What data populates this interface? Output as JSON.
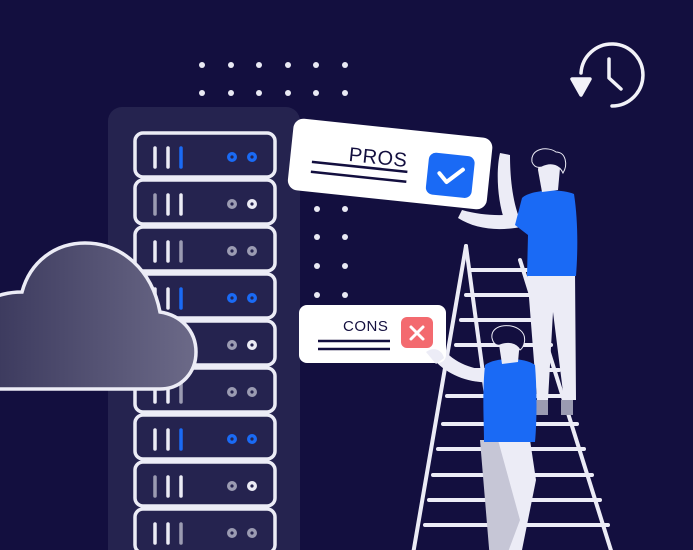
{
  "illustration": {
    "theme": "Pros and cons of server hosting",
    "background_color": "#130f3f",
    "accent_color": "#1a6af5",
    "cons_color": "#f36a6f",
    "cards": {
      "pros": {
        "label": "PROS",
        "icon": "checkmark-icon"
      },
      "cons": {
        "label": "CONS",
        "icon": "x-mark-icon"
      }
    },
    "icons": [
      "history-clock-icon",
      "cloud-icon",
      "server-rack-icon",
      "ladder-icon"
    ],
    "server_units": [
      {
        "bars": [
          "white",
          "white",
          "blue"
        ],
        "leds": [
          "blue",
          "blue"
        ]
      },
      {
        "bars": [
          "gray",
          "white",
          "white"
        ],
        "leds": [
          "gray",
          "white"
        ]
      },
      {
        "bars": [
          "white",
          "white",
          "gray"
        ],
        "leds": [
          "gray",
          "gray"
        ]
      },
      {
        "bars": [
          "white",
          "white",
          "blue"
        ],
        "leds": [
          "blue",
          "blue"
        ]
      },
      {
        "bars": [
          "gray",
          "white",
          "white"
        ],
        "leds": [
          "gray",
          "white"
        ]
      },
      {
        "bars": [
          "white",
          "white",
          "gray"
        ],
        "leds": [
          "gray",
          "gray"
        ]
      },
      {
        "bars": [
          "white",
          "white",
          "blue"
        ],
        "leds": [
          "blue",
          "blue"
        ]
      },
      {
        "bars": [
          "gray",
          "white",
          "white"
        ],
        "leds": [
          "gray",
          "white"
        ]
      },
      {
        "bars": [
          "white",
          "white",
          "gray"
        ],
        "leds": [
          "gray",
          "gray"
        ]
      }
    ]
  }
}
